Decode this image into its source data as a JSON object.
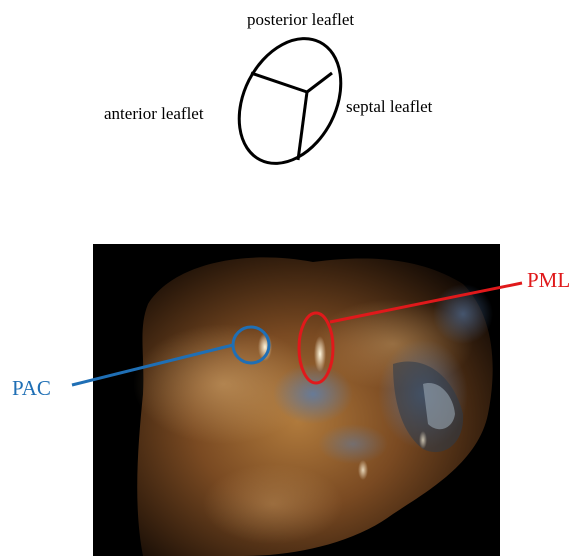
{
  "schematic": {
    "labels": {
      "posterior": "posterior leaflet",
      "anterior": "anterior leaflet",
      "septal": "septal leaflet"
    }
  },
  "annotations": {
    "pml": {
      "text": "PML",
      "color": "#e0191b"
    },
    "pac": {
      "text": "PAC",
      "color": "#1f6fb5"
    }
  },
  "image": {
    "kind": "3D echocardiography rendering of tricuspid valve"
  }
}
